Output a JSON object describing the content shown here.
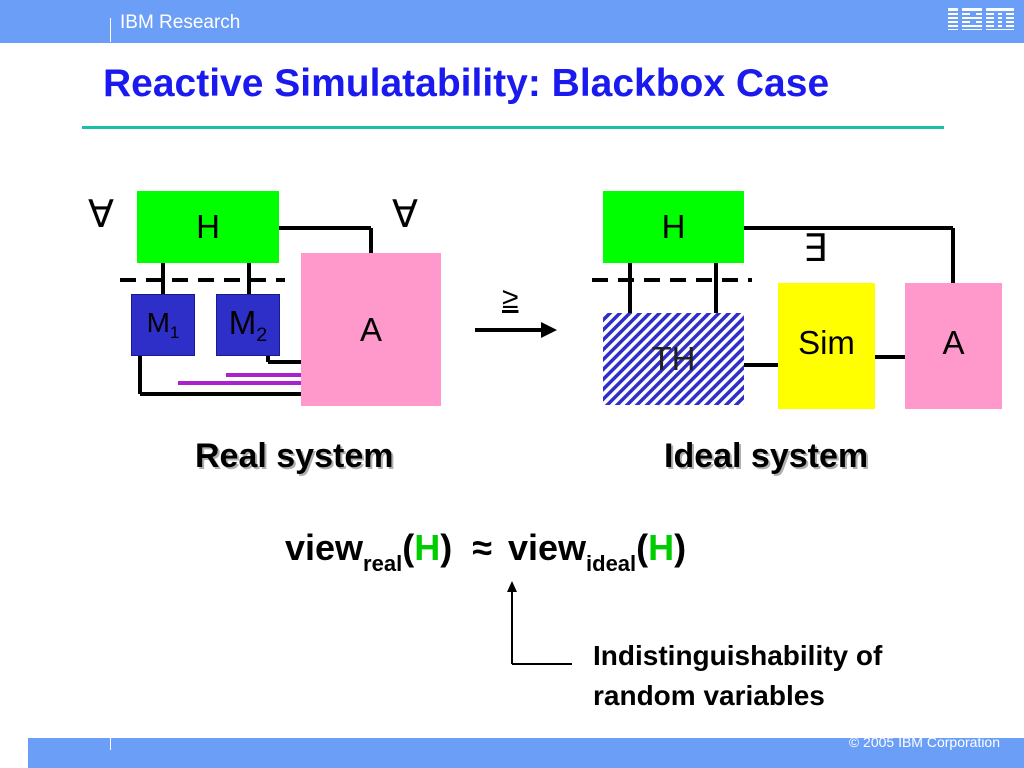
{
  "header": {
    "org": "IBM Research",
    "logo": "IBM"
  },
  "slide": {
    "title": "Reactive Simulatability: Blackbox Case"
  },
  "real": {
    "h": "H",
    "m1": "M",
    "m1_sub": "1",
    "m2": "M",
    "m2_sub": "2",
    "a": "A",
    "forall_left": "∀",
    "forall_right": "∀",
    "caption": "Real system"
  },
  "arrow_label": "≥",
  "ideal": {
    "h": "H",
    "th": "TH",
    "sim": "Sim",
    "a": "A",
    "exists": "∃",
    "caption": "Ideal system"
  },
  "formula": {
    "view1": "view",
    "sub1": "real",
    "lp1": "(",
    "h1": "H",
    "rp1": ")",
    "approx": "≈",
    "view2": "view",
    "sub2": "ideal",
    "lp2": "(",
    "h2": "H",
    "rp2": ")"
  },
  "note": {
    "line1": "Indistinguishability of",
    "line2": "random variables"
  },
  "footer": {
    "copyright": "© 2005 IBM Corporation"
  },
  "colors": {
    "bar": "#6a9ef7",
    "title": "#1a1aee",
    "green": "#00ff00",
    "pink": "#ff99cc",
    "yellow": "#ffff00",
    "machine_blue": "#2e2ec8",
    "purple_line": "#aa22cc"
  }
}
